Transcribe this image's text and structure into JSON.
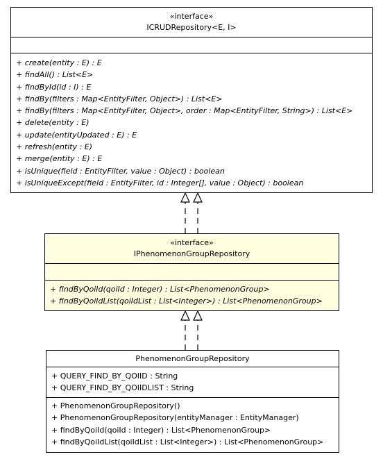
{
  "diagram": {
    "icrud": {
      "stereotype": "«interface»",
      "name": "ICRUDRepository<E, I>",
      "attributes": [],
      "methods": [
        "+ create(entity : E) : E",
        "+ findAll() : List<E>",
        "+ findById(id : I) : E",
        "+ findBy(filters : Map<EntityFilter, Object>) : List<E>",
        "+ findBy(filters : Map<EntityFilter, Object>, order : Map<EntityFilter, String>) : List<E>",
        "+ delete(entity : E)",
        "+ update(entityUpdated : E) : E",
        "+ refresh(entity : E)",
        "+ merge(entity : E) : E",
        "+ isUnique(field : EntityFilter, value : Object) : boolean",
        "+ isUniqueExcept(field : EntityFilter, id : Integer[], value : Object) : boolean"
      ]
    },
    "iphen": {
      "stereotype": "«interface»",
      "name": "IPhenomenonGroupRepository",
      "attributes": [],
      "methods": [
        "+ findByQoiId(qoiId : Integer) : List<PhenomenonGroup>",
        "+ findByQoiIdList(qoiIdList : List<Integer>) : List<PhenomenonGroup>"
      ]
    },
    "phen": {
      "name": "PhenomenonGroupRepository",
      "attributes": [
        "+ QUERY_FIND_BY_QOIID : String",
        "+ QUERY_FIND_BY_QOIIDLIST : String"
      ],
      "methods": [
        "+ PhenomenonGroupRepository()",
        "+ PhenomenonGroupRepository(entityManager : EntityManager)",
        "+ findByQoiId(qoiId : Integer) : List<PhenomenonGroup>",
        "+ findByQoiIdList(qoiIdList : List<Integer>) : List<PhenomenonGroup>"
      ]
    },
    "colors": {
      "line": "#000000",
      "highlight_fill": "#ffffe0",
      "box_fill": "#ffffff"
    }
  }
}
